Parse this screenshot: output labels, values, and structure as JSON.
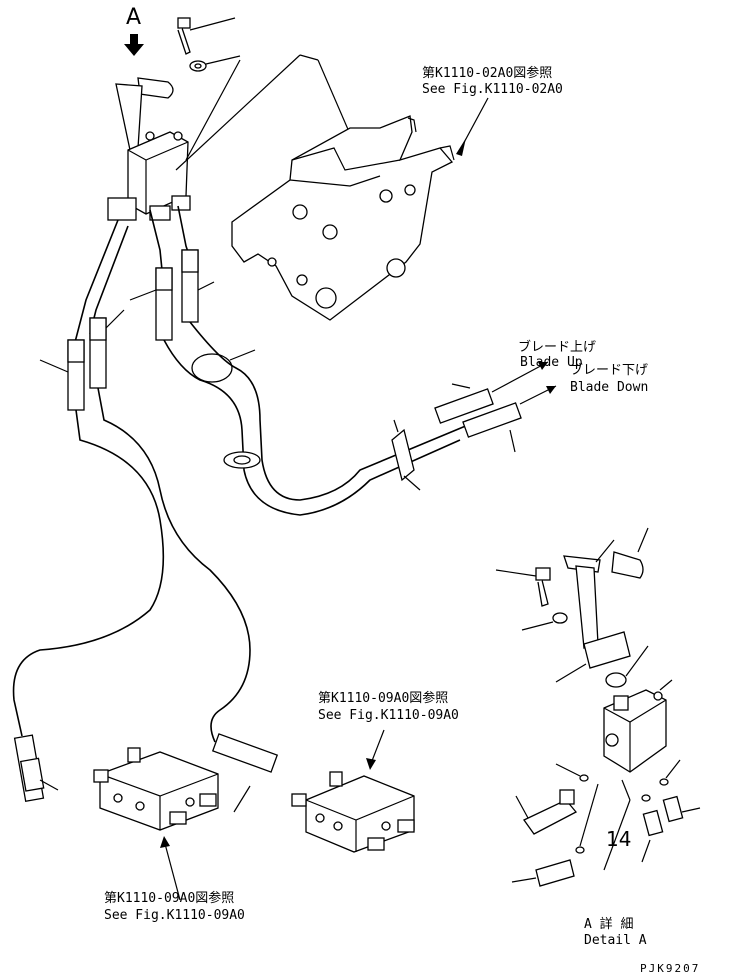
{
  "view_marker": "A",
  "references": {
    "plate_ref_jp": "第K1110-02A0図参照",
    "plate_ref_en": "See Fig.K1110-02A0",
    "valve_right_ref_jp": "第K1110-09A0図参照",
    "valve_right_ref_en": "See Fig.K1110-09A0",
    "valve_left_ref_jp": "第K1110-09A0図参照",
    "valve_left_ref_en": "See Fig.K1110-09A0"
  },
  "flow": {
    "blade_up_jp": "ブレード上げ",
    "blade_up_en": "Blade Up",
    "blade_down_jp": "ブレード下げ",
    "blade_down_en": "Blade Down"
  },
  "detail": {
    "part_number": "14",
    "title_jp": "A 詳 細",
    "title_en": "Detail A"
  },
  "drawing_code": "PJK9207"
}
